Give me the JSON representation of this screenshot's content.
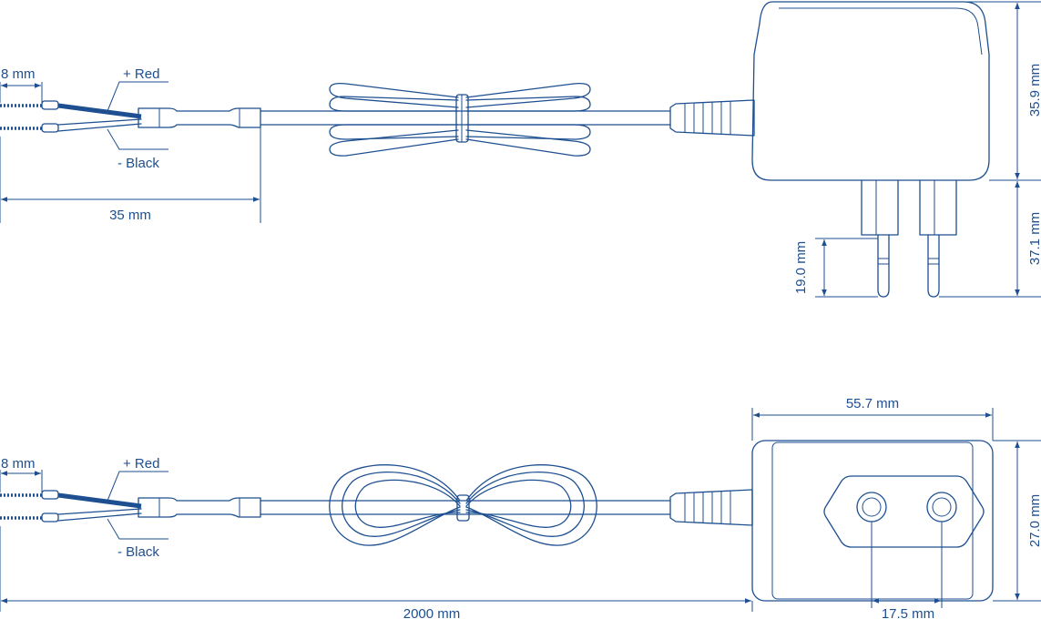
{
  "top_view": {
    "strip_length": "8 mm",
    "red_label": "+ Red",
    "black_label": "- Black",
    "sleeve_length": "35 mm",
    "body_height": "35.9 mm",
    "pin_total": "37.1 mm",
    "pin_length": "19.0 mm"
  },
  "bottom_view": {
    "strip_length": "8 mm",
    "red_label": "+ Red",
    "black_label": "- Black",
    "cable_length": "2000 mm",
    "body_width": "55.7 mm",
    "body_depth": "27.0 mm",
    "pin_spacing": "17.5 mm"
  },
  "colors": {
    "line": "#1d4f91",
    "background": "#ffffff"
  }
}
